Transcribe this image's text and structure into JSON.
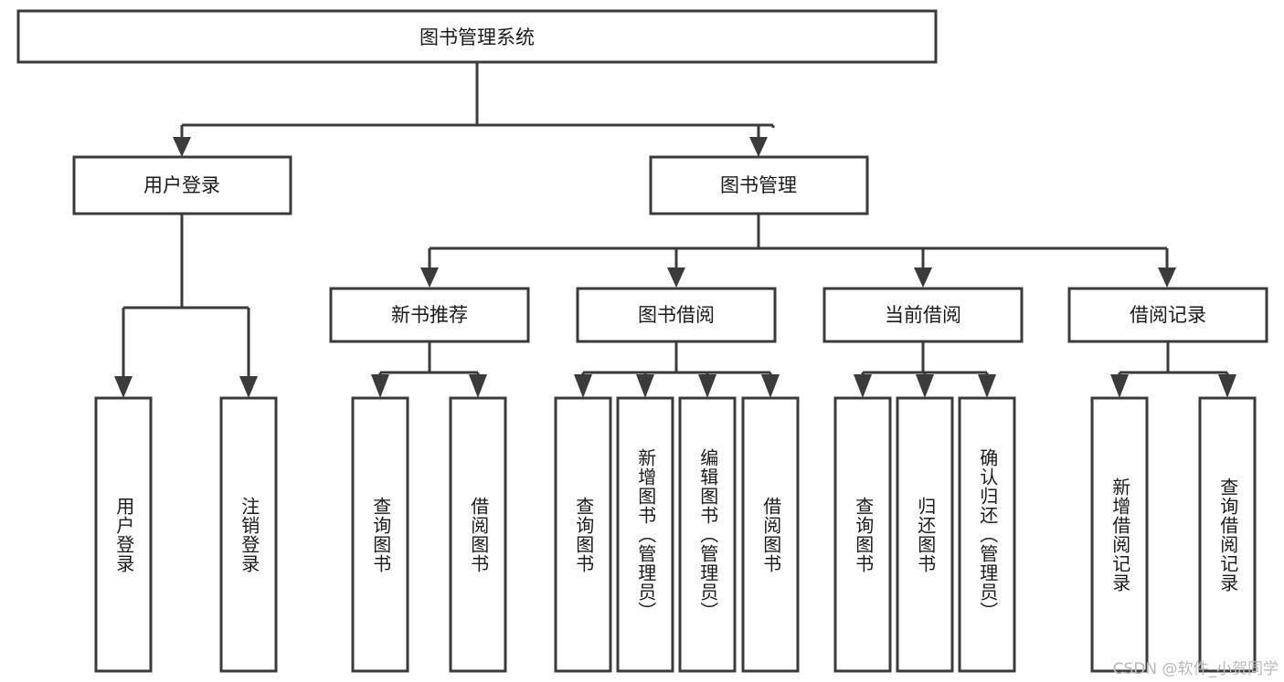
{
  "diagram": {
    "title_node": {
      "label": "图书管理系统"
    },
    "level1": [
      {
        "id": "user-login",
        "label": "用户登录"
      },
      {
        "id": "book-manage",
        "label": "图书管理"
      }
    ],
    "level2": [
      {
        "id": "new-book-recommend",
        "label": "新书推荐",
        "parent": "book-manage"
      },
      {
        "id": "book-borrow",
        "label": "图书借阅",
        "parent": "book-manage"
      },
      {
        "id": "current-borrow",
        "label": "当前借阅",
        "parent": "book-manage"
      },
      {
        "id": "borrow-record",
        "label": "借阅记录",
        "parent": "book-manage"
      }
    ],
    "leaves": {
      "user-login": [
        {
          "id": "leaf-user-login",
          "label": "用户登录"
        },
        {
          "id": "leaf-logout-login",
          "label": "注销登录"
        }
      ],
      "new-book-recommend": [
        {
          "id": "leaf-query-book-1",
          "label": "查询图书"
        },
        {
          "id": "leaf-borrow-book-1",
          "label": "借阅图书"
        }
      ],
      "book-borrow": [
        {
          "id": "leaf-query-book-2",
          "label": "查询图书"
        },
        {
          "id": "leaf-add-book",
          "label": "新增图书（管理员）"
        },
        {
          "id": "leaf-edit-book",
          "label": "编辑图书（管理员）"
        },
        {
          "id": "leaf-borrow-book-2",
          "label": "借阅图书"
        }
      ],
      "current-borrow": [
        {
          "id": "leaf-query-book-3",
          "label": "查询图书"
        },
        {
          "id": "leaf-return-book",
          "label": "归还图书"
        },
        {
          "id": "leaf-confirm-return",
          "label": "确认归还（管理员）"
        }
      ],
      "borrow-record": [
        {
          "id": "leaf-add-record",
          "label": "新增借阅记录"
        },
        {
          "id": "leaf-query-record",
          "label": "查询借阅记录"
        }
      ]
    },
    "colors": {
      "stroke": "#3b3b3b",
      "box_fill": "#ffffff",
      "text": "#1a1a1a",
      "background": "#ffffff",
      "watermark": "#b9b9b9"
    }
  },
  "watermark": {
    "text": "CSDN @软件_小贺同学"
  }
}
